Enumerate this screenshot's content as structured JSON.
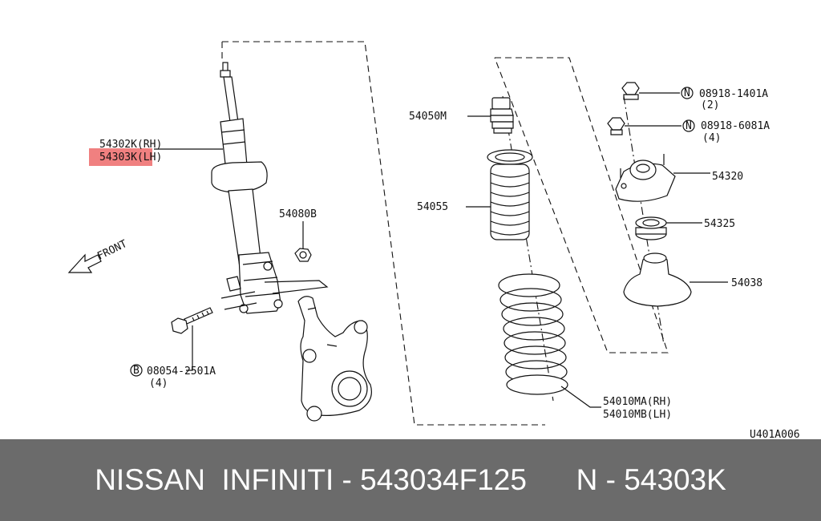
{
  "diagram": {
    "labels": {
      "p54302k": "54302K(RH)",
      "p54303k": "54303K(LH)",
      "p54080b": "54080B",
      "front": "FRONT",
      "bolt_marker": "B",
      "bolt": "08054-2501A",
      "bolt_qty": "(4)",
      "p54050m": "54050M",
      "p54055": "54055",
      "p54010ma": "54010MA(RH)",
      "p54010mb": "54010MB(LH)",
      "nut_marker_1": "N",
      "nut1": "08918-1401A",
      "nut1_qty": "(2)",
      "nut_marker_2": "N",
      "nut2": "08918-6081A",
      "nut2_qty": "(4)",
      "p54320": "54320",
      "p54325": "54325",
      "p54038": "54038",
      "code": "U401A006"
    },
    "highlight_color": "#f08080"
  },
  "footer": {
    "text": "NISSAN  INFINITI - 543034F125      N - 54303K",
    "background": "#6b6b6b",
    "color": "#ffffff"
  }
}
